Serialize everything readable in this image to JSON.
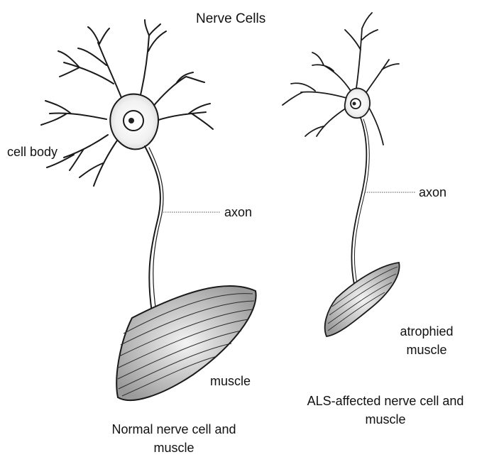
{
  "title": "Nerve Cells",
  "normal": {
    "cell_body_label": "cell body",
    "axon_label": "axon",
    "muscle_label": "muscle",
    "caption": "Normal nerve cell and muscle"
  },
  "als": {
    "axon_label": "axon",
    "muscle_label": "atrophied muscle",
    "caption": "ALS-affected nerve cell and muscle"
  }
}
